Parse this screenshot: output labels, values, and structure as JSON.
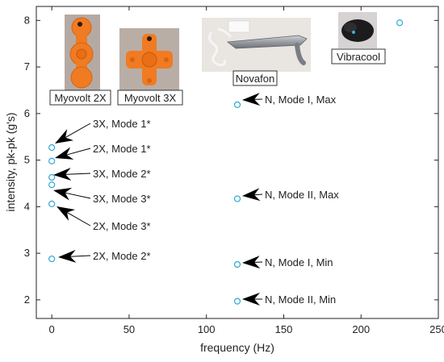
{
  "chart_data": {
    "type": "scatter",
    "xlabel": "frequency (Hz)",
    "ylabel": "intensity, pk-pk (g's)",
    "xlim": [
      -10,
      250
    ],
    "ylim": [
      1.6,
      8.3
    ],
    "xticks": [
      0,
      50,
      100,
      150,
      200,
      250
    ],
    "yticks": [
      2,
      3,
      4,
      5,
      6,
      7,
      8
    ],
    "grid": false,
    "marker_color": "#2fa7d8",
    "arrow_color": "#000000",
    "points": [
      {
        "x": 0,
        "y": 5.27,
        "label": "3X, Mode 1*"
      },
      {
        "x": 0,
        "y": 4.98,
        "label": "2X, Mode 1*"
      },
      {
        "x": 0,
        "y": 4.63,
        "label": "3X, Mode 2*"
      },
      {
        "x": 0,
        "y": 4.47,
        "label": "3X, Mode 3*"
      },
      {
        "x": 0,
        "y": 4.06,
        "label": "2X, Mode 3*"
      },
      {
        "x": 0,
        "y": 2.88,
        "label": "2X, Mode 2*"
      },
      {
        "x": 120,
        "y": 6.19,
        "label": "N, Mode I, Max"
      },
      {
        "x": 120,
        "y": 4.17,
        "label": "N, Mode II, Max"
      },
      {
        "x": 120,
        "y": 2.76,
        "label": "N, Mode I, Min"
      },
      {
        "x": 120,
        "y": 1.97,
        "label": "N, Mode II, Min"
      },
      {
        "x": 225,
        "y": 7.95,
        "label": ""
      }
    ],
    "device_photos": [
      {
        "name": "Myovolt 2X",
        "icon": "orange-two-pad-device"
      },
      {
        "name": "Myovolt 3X",
        "icon": "orange-cross-device"
      },
      {
        "name": "Novafon",
        "icon": "silver-handheld-device"
      },
      {
        "name": "Vibracool",
        "icon": "black-vibration-pad"
      }
    ]
  }
}
